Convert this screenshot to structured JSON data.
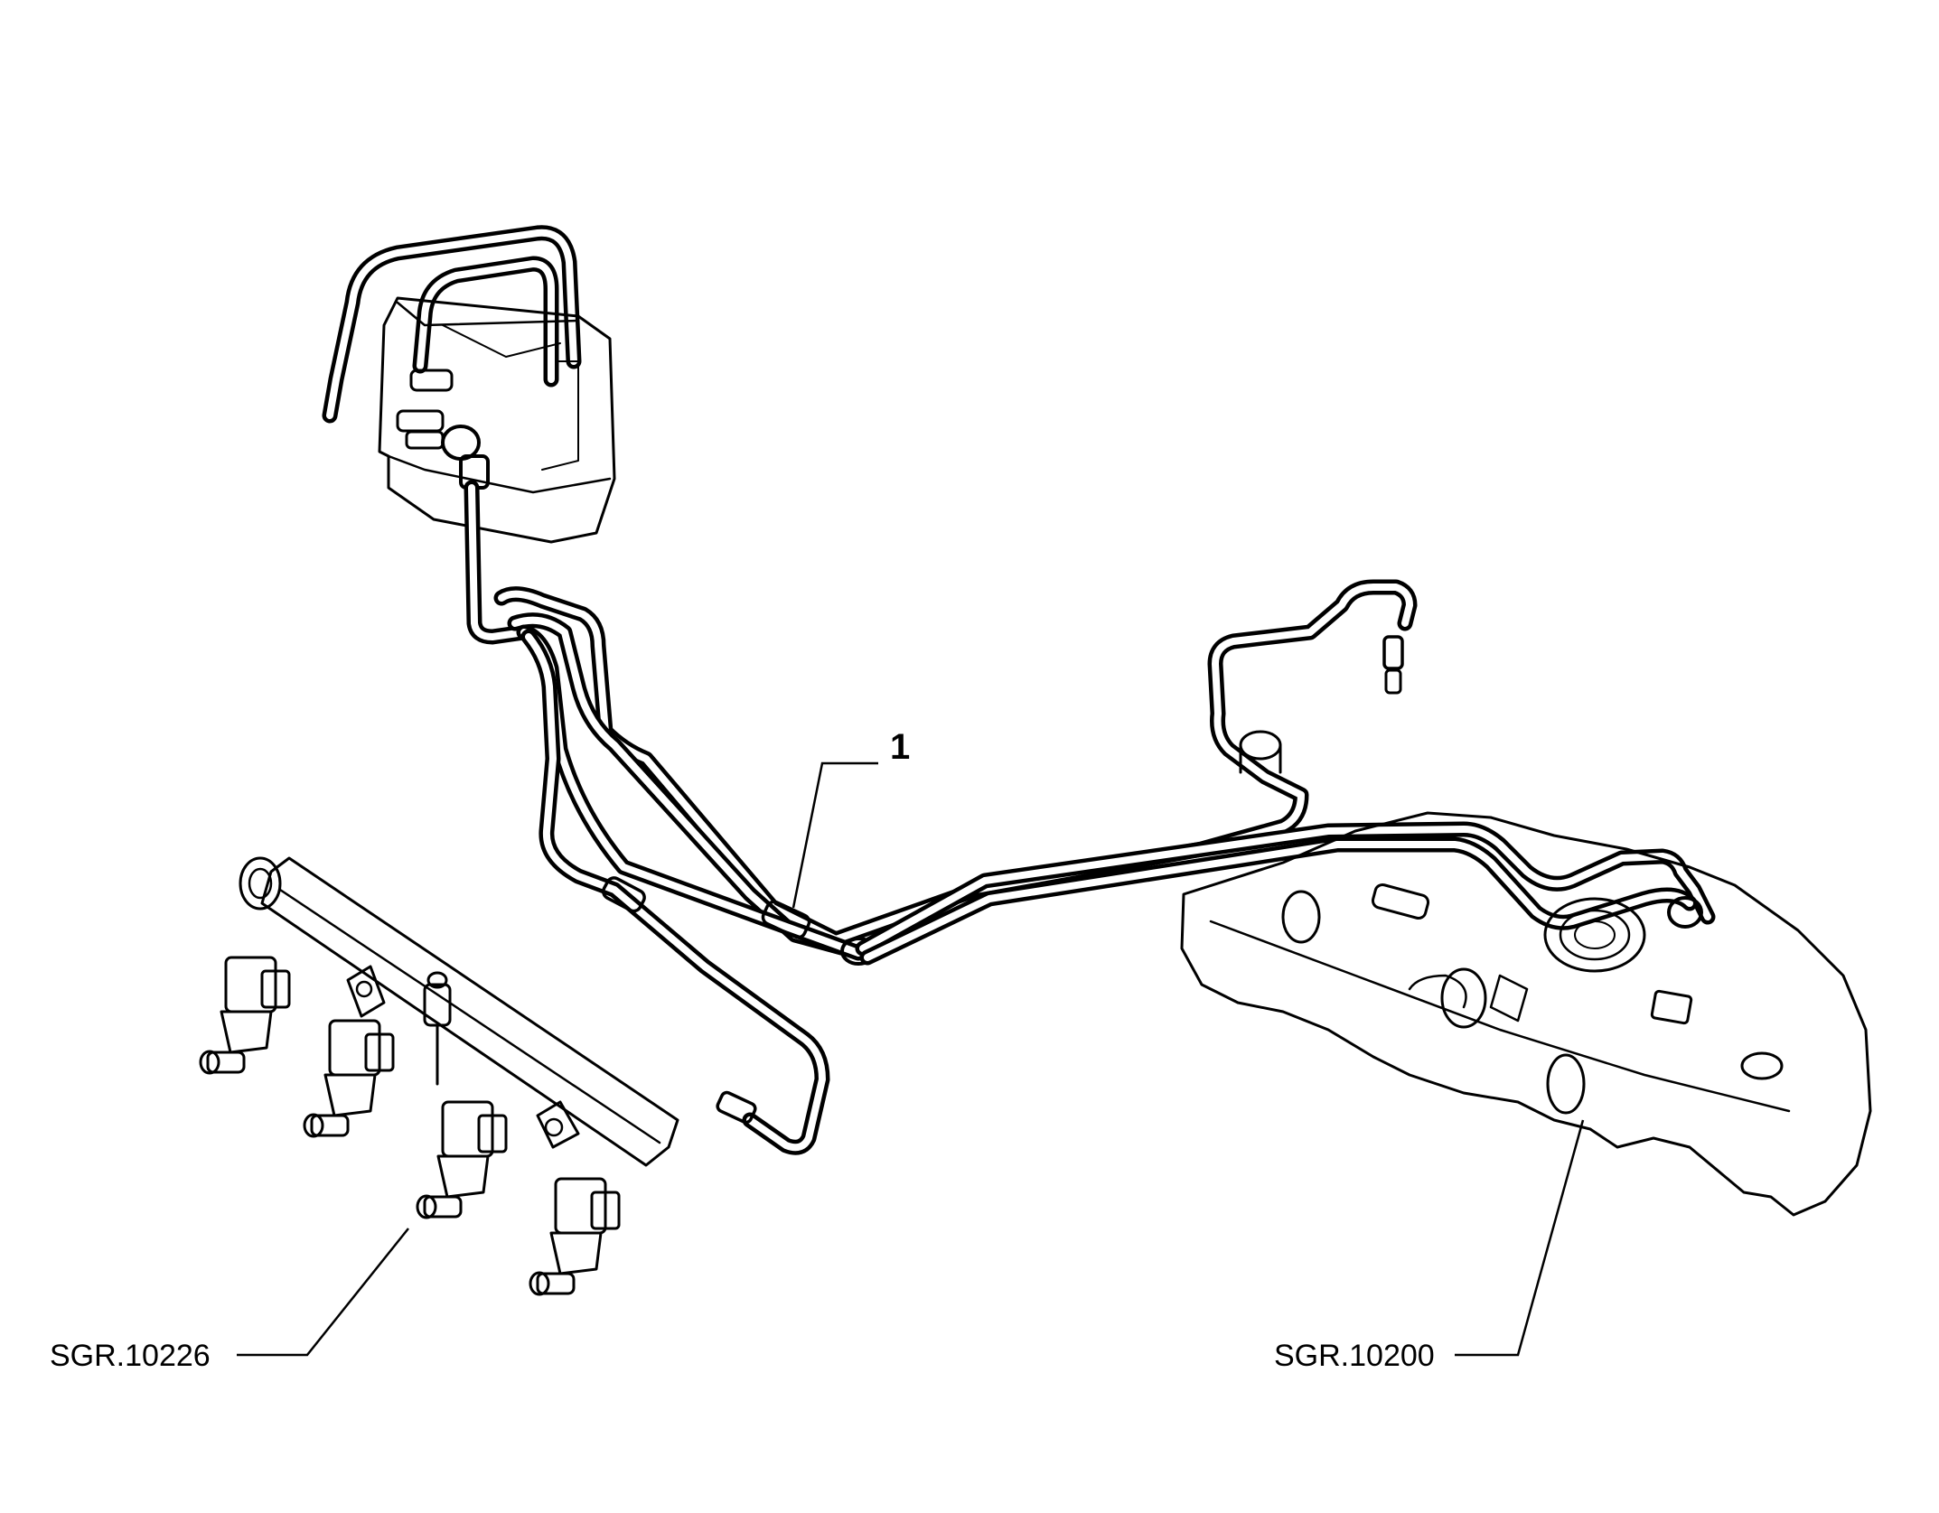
{
  "callouts": {
    "part_number": "1",
    "injector_rail_ref": "SGR.10226",
    "fuel_tank_ref": "SGR.10200"
  }
}
